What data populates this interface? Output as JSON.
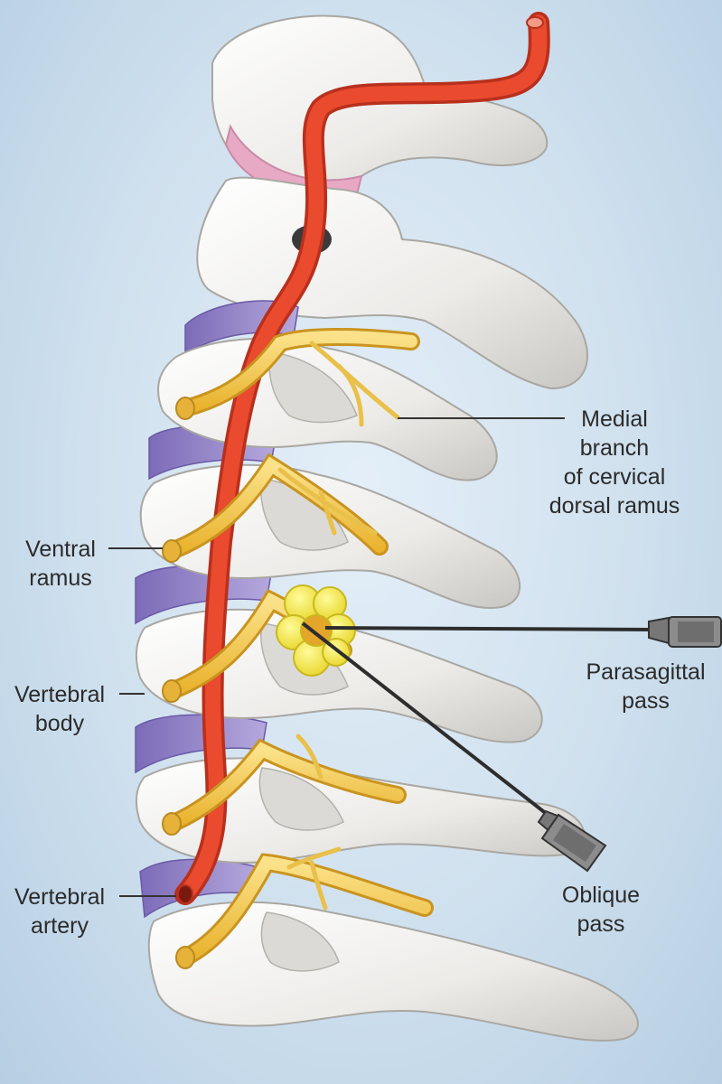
{
  "labels": {
    "medial_branch": [
      "Medial",
      "branch",
      "of cervical",
      "dorsal ramus"
    ],
    "ventral_ramus": [
      "Ventral",
      "ramus"
    ],
    "parasagittal_pass": [
      "Parasagittal",
      "pass"
    ],
    "vertebral_body": [
      "Vertebral",
      "body"
    ],
    "oblique_pass": [
      "Oblique",
      "pass"
    ],
    "vertebral_artery": [
      "Vertebral",
      "artery"
    ]
  },
  "colors": {
    "bone": "#f2f2f0",
    "disc": "#8f7fc4",
    "artery": "#e2432a",
    "nerve": "#f2c440",
    "anesthetic": "#f2ea3a",
    "needle": "#3a3a3a",
    "ligament": "#e7a9c4"
  }
}
